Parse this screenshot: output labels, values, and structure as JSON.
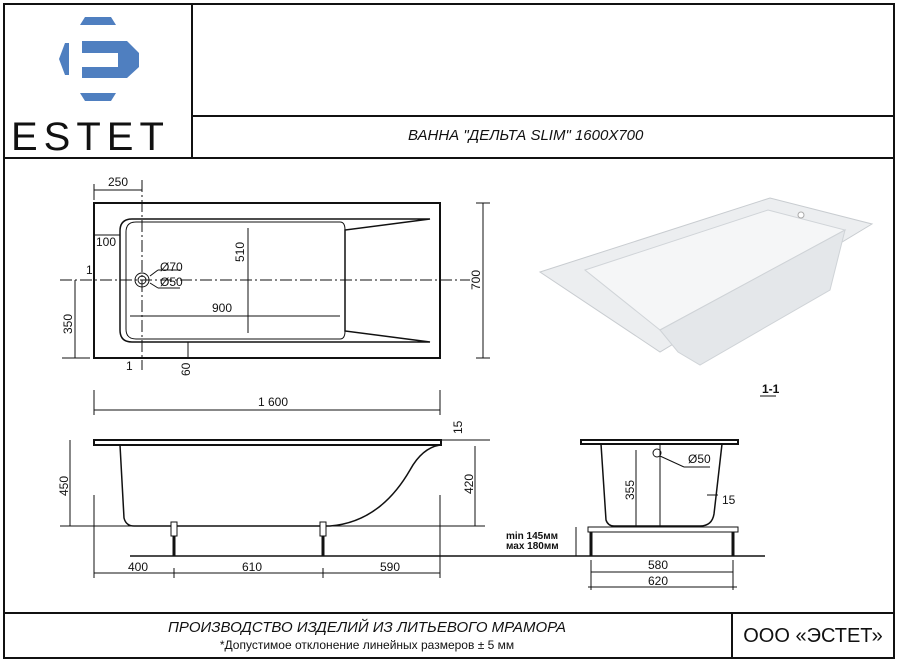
{
  "brand": {
    "name": "ESTET",
    "logo_icon": "estet-logo-icon",
    "logo_color": "#4f7fc0"
  },
  "title": "ВАННА \"ДЕЛЬТА SLIM\" 1600X700",
  "top_view": {
    "dims": {
      "d250": "250",
      "d100": "100",
      "d1_top": "1",
      "d350": "350",
      "d1_bottom": "1",
      "d60": "60",
      "d510": "510",
      "d900": "900",
      "d700": "700",
      "d70": "Ø70",
      "d50": "Ø50"
    }
  },
  "side_view": {
    "dims": {
      "d1600": "1 600",
      "d15": "15",
      "d450": "450",
      "d420": "420",
      "d400": "400",
      "d610": "610",
      "d590": "590"
    }
  },
  "section_view": {
    "label": "1-1",
    "dims": {
      "d50": "Ø50",
      "d355": "355",
      "d15": "15",
      "min": "min 145мм",
      "max": "мах 180мм",
      "d580": "580",
      "d620": "620"
    }
  },
  "product_image": {
    "icon": "bathtub-render-icon"
  },
  "footer": {
    "line1": "ПРОИЗВОДСТВО ИЗДЕЛИЙ ИЗ ЛИТЬЕВОГО МРАМОРА",
    "line2": "*Допустимое отклонение линейных размеров  ± 5 мм",
    "company": "ООО «ЭСТЕТ»"
  }
}
